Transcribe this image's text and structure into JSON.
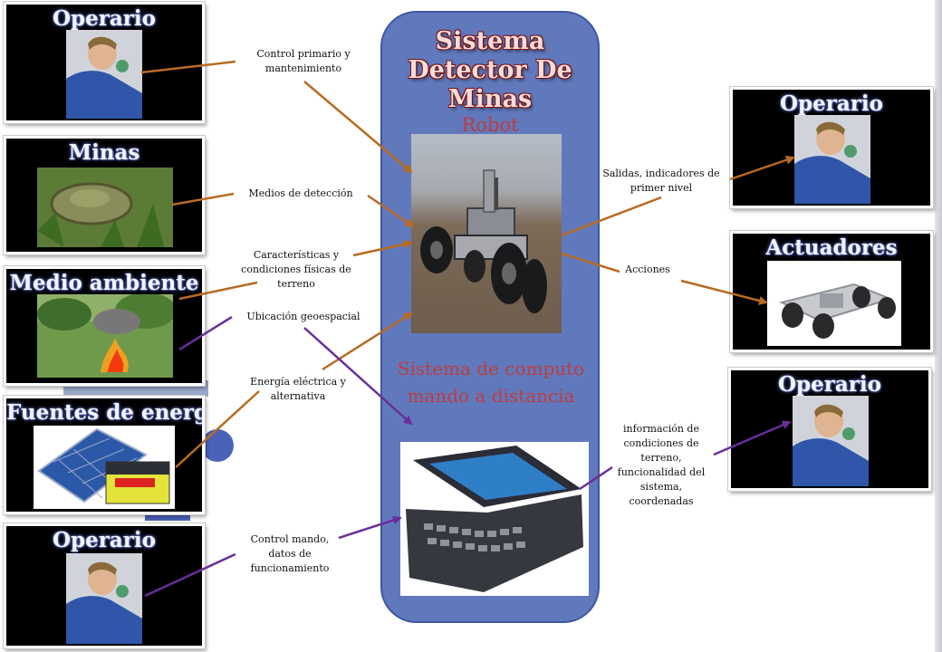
{
  "system": {
    "title_lines": [
      "Sistema",
      "Detector De",
      "Minas"
    ],
    "robot_label": "Robot",
    "computer_label": "Sistema de computo mando a distancia"
  },
  "left_panels": [
    {
      "title": "Operario",
      "icon": "operator-photo-icon"
    },
    {
      "title": "Minas",
      "icon": "landmine-photo-icon"
    },
    {
      "title": "Medio ambiente",
      "icon": "burning-field-photo-icon"
    },
    {
      "title": "Fuentes de energía",
      "icon": "solar-panel-battery-photo-icon"
    },
    {
      "title": "Operario",
      "icon": "operator-photo-icon"
    }
  ],
  "right_panels": [
    {
      "title": "Operario",
      "icon": "operator-photo-icon"
    },
    {
      "title": "Actuadores",
      "icon": "vehicle-chassis-photo-icon"
    },
    {
      "title": "Operario",
      "icon": "operator-photo-icon"
    }
  ],
  "input_labels": [
    "Control primario y mantenimiento",
    "Medios de detección",
    "Características y condiciones físicas de terreno",
    "Ubicación geoespacial",
    "Energía eléctrica y alternativa",
    "Control mando, datos de funcionamiento"
  ],
  "output_labels": [
    "Salidas, indicadores de primer nivel",
    "Acciones",
    "información de condiciones de terreno, funcionalidad del sistema, coordenadas"
  ],
  "images": {
    "robot": "robot-rover-photo-icon",
    "computer": "handheld-computer-photo-icon"
  },
  "colors": {
    "brown_arrow": "#b86a22",
    "purple_arrow": "#6a2e9a",
    "center_fill": "#6079bd",
    "title_red": "#c03c3c"
  }
}
